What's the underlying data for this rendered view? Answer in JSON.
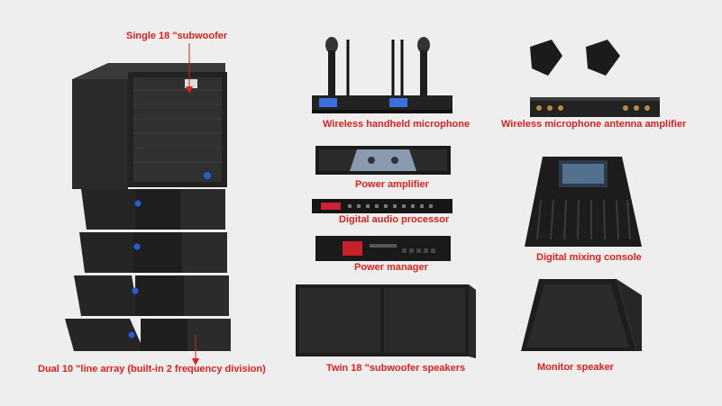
{
  "labels": {
    "sub_single": "Single 18 \"subwoofer",
    "line_array": "Dual 10 \"line array (built-in 2 frequency division)",
    "wireless_mic": "Wireless handheld microphone",
    "power_amp": "Power amplifier",
    "audio_processor": "Digital audio processor",
    "power_manager": "Power manager",
    "twin_sub": "Twin 18 \"subwoofer speakers",
    "antenna_amp": "Wireless microphone antenna amplifier",
    "mixing_console": "Digital mixing console",
    "monitor": "Monitor speaker"
  },
  "colors": {
    "background": "#eeeeee",
    "label_red": "#e0201c",
    "label_dark": "#1a1a1a",
    "equipment_black": "#1c1c1c",
    "accent_blue": "#2a5bd7"
  }
}
